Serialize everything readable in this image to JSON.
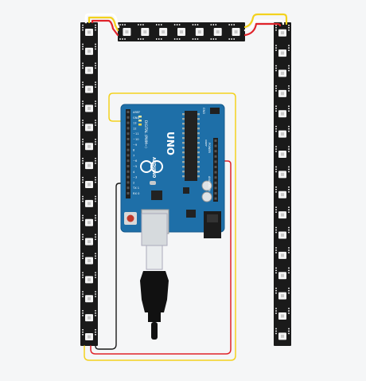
{
  "board": {
    "name": "Arduino UNO",
    "model_label": "UNO",
    "brand_label": "ARDUINO",
    "digital_label": "DIGITAL (PWM~)",
    "power_label": "POWER",
    "analog_label": "ANALOG IN",
    "ioref_label": "IOREF",
    "ground_label": "GND",
    "pin_labels": [
      "AREF",
      "GND",
      "13",
      "12",
      "~11",
      "~10",
      "~9",
      "8",
      "7",
      "~6",
      "~5",
      "4",
      "~3",
      "2",
      "TX 1",
      "RX 0"
    ]
  },
  "led_strips": [
    {
      "name": "left",
      "leds": 17
    },
    {
      "name": "top",
      "leds": 7
    },
    {
      "name": "right",
      "leds": 16
    }
  ],
  "usb_cable": {
    "name": "usb-b-cable"
  },
  "colors": {
    "background": "#f5f6f7",
    "board": "#1e6fa8",
    "board_dark": "#155a8c",
    "strip": "#1a1a1a",
    "led": "#f4f4f4",
    "wire_yellow": "#f3d21e",
    "wire_red": "#e0232a",
    "wire_black": "#1a1a1a",
    "wire_white": "#ffffff",
    "chip": "#222222",
    "header": "#202020",
    "reset_button": "#c0392b",
    "usb_metal": "#cfd3d6",
    "cable": "#111111"
  }
}
